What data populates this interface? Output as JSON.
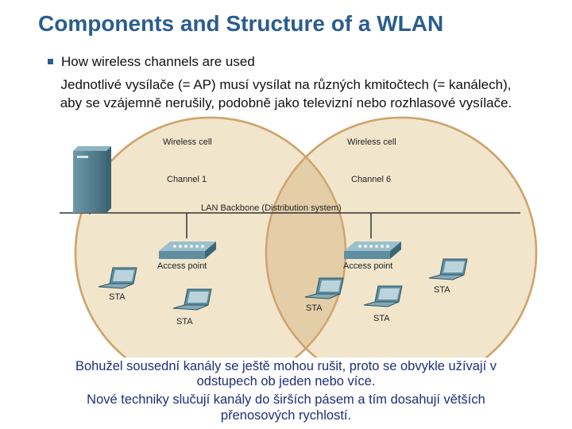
{
  "title": "Components and Structure of a WLAN",
  "bullet": "How wireless channels are used",
  "intro": {
    "line1": "Jednotlivé vysílače (= AP) musí vysílat na různých kmitočtech (= kanálech),",
    "line2": "aby se vzájemně nerušily, podobně jako televizní nebo rozhlasové vysílače."
  },
  "diagram": {
    "cell_left": {
      "label": "Wireless cell",
      "channel": "Channel 1"
    },
    "cell_right": {
      "label": "Wireless cell",
      "channel": "Channel 6"
    },
    "backbone": "LAN Backbone (Distribution system)",
    "access_point_left": "Access point",
    "access_point_right": "Access point",
    "sta_labels": [
      "STA",
      "STA",
      "STA",
      "STA",
      "STA"
    ],
    "colors": {
      "cell_fill": "#f1e6cc",
      "cell_stroke": "#cfa46d",
      "overlap": "#e3cea8",
      "device": "#5f8ea0"
    }
  },
  "outro": {
    "line1": "Bohužel sousední kanály se ještě mohou rušit, proto se obvykle užívají v",
    "line2": "odstupech ob jeden nebo více.",
    "line3": "Nové techniky slučují kanály do širších pásem a tím dosahují větších",
    "line4": "přenosových rychlostí."
  }
}
